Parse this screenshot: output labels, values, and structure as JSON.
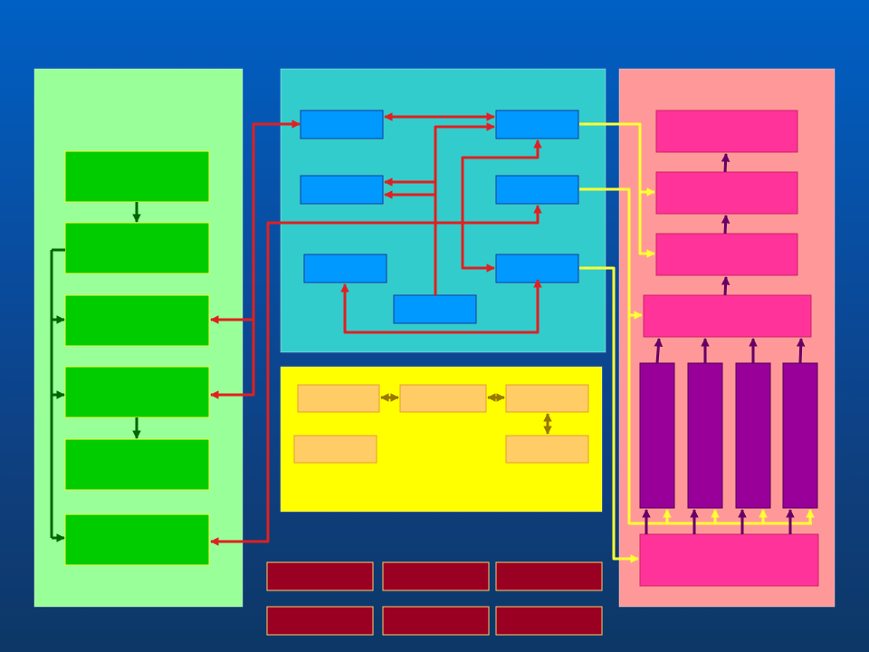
{
  "colors": {
    "panel_left": "#99ff99",
    "panel_mid_top": "#33cccc",
    "panel_mid_bottom": "#ffff00",
    "panel_right": "#ff9999",
    "green_box": "#00cc00",
    "blue_box": "#0099ff",
    "orange_box": "#ffcc66",
    "pink_box": "#ff3399",
    "purple_box": "#990099",
    "darkred_box": "#990022",
    "arrow_green": "#006600",
    "arrow_red": "#e02020",
    "arrow_yellow": "#ffff33",
    "arrow_olive": "#997700",
    "arrow_purple": "#660066"
  },
  "panels": [
    {
      "name": "left-panel",
      "fill": "panel_left"
    },
    {
      "name": "middle-top-panel",
      "fill": "panel_mid_top"
    },
    {
      "name": "middle-bottom-panel",
      "fill": "panel_mid_bottom"
    },
    {
      "name": "right-panel",
      "fill": "panel_right"
    }
  ],
  "blocks": [
    {
      "name": "green-block-1",
      "group": "left",
      "fill": "green_box"
    },
    {
      "name": "green-block-2",
      "group": "left",
      "fill": "green_box"
    },
    {
      "name": "green-block-3",
      "group": "left",
      "fill": "green_box"
    },
    {
      "name": "green-block-4",
      "group": "left",
      "fill": "green_box"
    },
    {
      "name": "green-block-5",
      "group": "left",
      "fill": "green_box"
    },
    {
      "name": "green-block-6",
      "group": "left",
      "fill": "green_box"
    },
    {
      "name": "blue-block-1",
      "group": "middle-top",
      "fill": "blue_box"
    },
    {
      "name": "blue-block-2",
      "group": "middle-top",
      "fill": "blue_box"
    },
    {
      "name": "blue-block-3",
      "group": "middle-top",
      "fill": "blue_box"
    },
    {
      "name": "blue-block-4",
      "group": "middle-top",
      "fill": "blue_box"
    },
    {
      "name": "blue-block-5",
      "group": "middle-top",
      "fill": "blue_box"
    },
    {
      "name": "blue-block-6",
      "group": "middle-top",
      "fill": "blue_box"
    },
    {
      "name": "blue-block-7",
      "group": "middle-top",
      "fill": "blue_box"
    },
    {
      "name": "orange-block-1",
      "group": "middle-bottom",
      "fill": "orange_box"
    },
    {
      "name": "orange-block-2",
      "group": "middle-bottom",
      "fill": "orange_box"
    },
    {
      "name": "orange-block-3",
      "group": "middle-bottom",
      "fill": "orange_box"
    },
    {
      "name": "orange-block-4",
      "group": "middle-bottom",
      "fill": "orange_box"
    },
    {
      "name": "orange-block-5",
      "group": "middle-bottom",
      "fill": "orange_box"
    },
    {
      "name": "pink-block-1",
      "group": "right",
      "fill": "pink_box"
    },
    {
      "name": "pink-block-2",
      "group": "right",
      "fill": "pink_box"
    },
    {
      "name": "pink-block-3",
      "group": "right",
      "fill": "pink_box"
    },
    {
      "name": "pink-block-4",
      "group": "right",
      "fill": "pink_box"
    },
    {
      "name": "purple-block-1",
      "group": "right",
      "fill": "purple_box"
    },
    {
      "name": "purple-block-2",
      "group": "right",
      "fill": "purple_box"
    },
    {
      "name": "purple-block-3",
      "group": "right",
      "fill": "purple_box"
    },
    {
      "name": "purple-block-4",
      "group": "right",
      "fill": "purple_box"
    },
    {
      "name": "pink-block-5",
      "group": "right",
      "fill": "pink_box"
    },
    {
      "name": "darkred-block-1",
      "group": "bottom",
      "fill": "darkred_box"
    },
    {
      "name": "darkred-block-2",
      "group": "bottom",
      "fill": "darkred_box"
    },
    {
      "name": "darkred-block-3",
      "group": "bottom",
      "fill": "darkred_box"
    },
    {
      "name": "darkred-block-4",
      "group": "bottom",
      "fill": "darkred_box"
    },
    {
      "name": "darkred-block-5",
      "group": "bottom",
      "fill": "darkred_box"
    },
    {
      "name": "darkred-block-6",
      "group": "bottom",
      "fill": "darkred_box"
    }
  ]
}
